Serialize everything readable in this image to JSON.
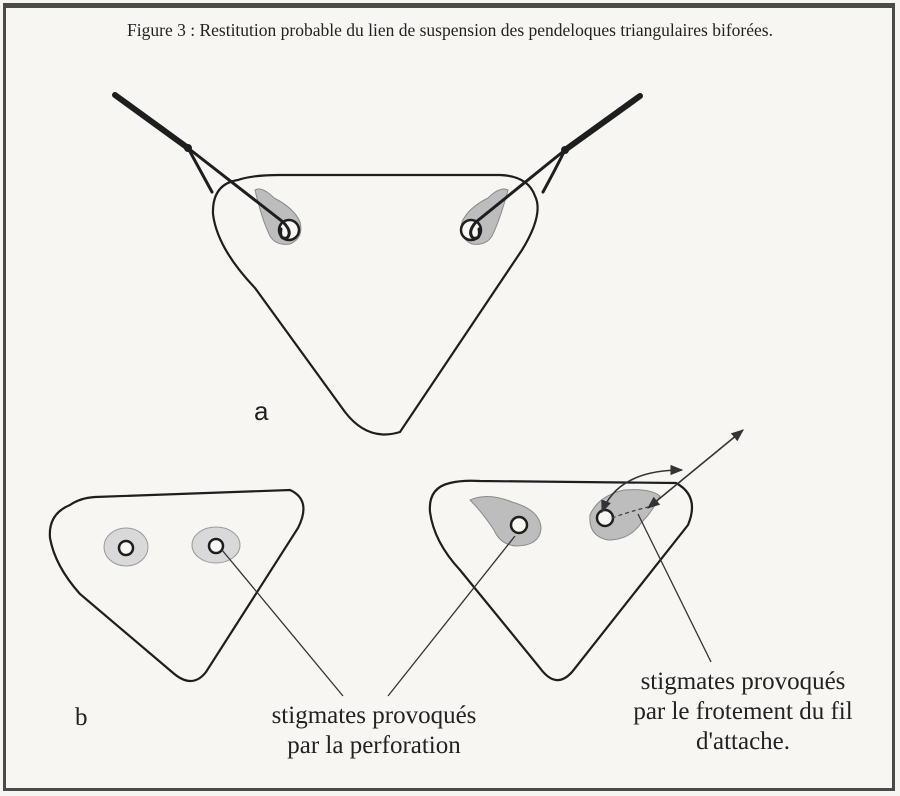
{
  "caption": "Figure 3 : Restitution probable du lien de suspension des pendeloques triangulaires biforées.",
  "labels": {
    "a": "a",
    "b": "b"
  },
  "notes": {
    "perforation": [
      "stigmates provoqués",
      "par la perforation"
    ],
    "frottement": [
      "stigmates provoqués",
      "par le frotement du fil",
      "d'attache."
    ]
  },
  "colors": {
    "stroke": "#1e1e1e",
    "stigma_fill": "#b8b8b8",
    "stigma_light": "#d9d9d9",
    "background": "#f7f6f2"
  }
}
